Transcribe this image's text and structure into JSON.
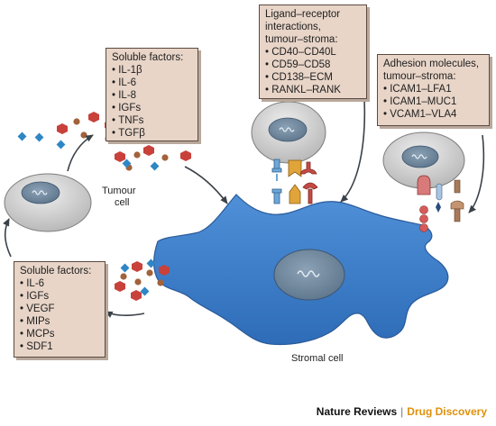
{
  "boxes": {
    "soluble_factors_tumour": {
      "title": "Soluble factors:",
      "items": [
        "IL-1β",
        "IL-6",
        "IL-8",
        "IGFs",
        "TNFs",
        "TGFβ"
      ]
    },
    "ligand_receptor": {
      "title_lines": [
        "Ligand–receptor",
        "interactions,",
        "tumour–stroma:"
      ],
      "items": [
        "CD40–CD40L",
        "CD59–CD58",
        "CD138–ECM",
        "RANKL–RANK"
      ]
    },
    "adhesion": {
      "title_lines": [
        "Adhesion molecules,",
        "tumour–stroma:"
      ],
      "items": [
        "ICAM1–LFA1",
        "ICAM1–MUC1",
        "VCAM1–VLA4"
      ]
    },
    "soluble_factors_stroma": {
      "title": "Soluble factors:",
      "items": [
        "IL-6",
        "IGFs",
        "VEGF",
        "MIPs",
        "MCPs",
        "SDF1"
      ]
    }
  },
  "labels": {
    "tumour_cell": [
      "Tumour",
      "cell"
    ],
    "stromal_cell": "Stromal cell"
  },
  "footer": {
    "journal": "Nature Reviews",
    "separator": "|",
    "section": "Drug Discovery"
  },
  "colors": {
    "box_fill": "#e8d5c8",
    "stroma": "#3d7fcc",
    "particle_hexagon": "#c8413a",
    "particle_circle": "#a3623a",
    "particle_diamond": "#2f86c4",
    "footer_accent": "#e0900a"
  }
}
